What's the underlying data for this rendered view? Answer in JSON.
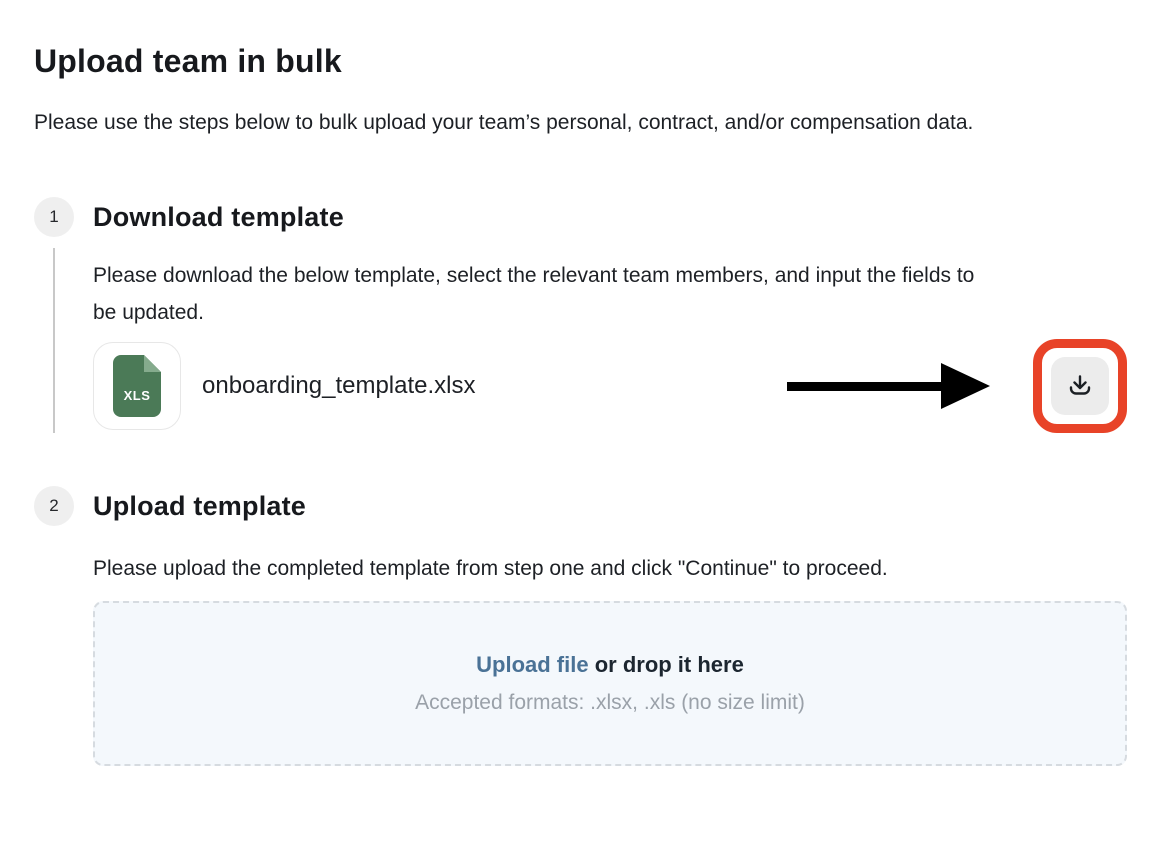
{
  "page": {
    "title": "Upload team in bulk",
    "subtitle": "Please use the steps below to bulk upload your team’s personal, contract, and/or compensation data."
  },
  "steps": [
    {
      "number": "1",
      "title": "Download template",
      "description": "Please download the below template, select the relevant team members, and input the fields to be updated."
    },
    {
      "number": "2",
      "title": "Upload template",
      "description": "Please upload the completed template from step one and click \"Continue\" to proceed."
    }
  ],
  "template_file": {
    "icon_label": "XLS",
    "filename": "onboarding_template.xlsx"
  },
  "dropzone": {
    "upload_link": "Upload file",
    "drop_text": " or drop it here",
    "formats": "Accepted formats: .xlsx, .xls (no size limit)"
  },
  "icons": {
    "xls_file": "xls-file-icon",
    "download": "download-icon",
    "annotation_arrow": "right-arrow-icon"
  },
  "colors": {
    "accent_blue": "#4a7296",
    "annotation_red": "#e84328",
    "xls_green": "#4b7a57",
    "xls_green_fold": "#85ab8d",
    "dropzone_bg": "#f4f8fc",
    "muted_text": "#9aa1a9",
    "step_circle_bg": "#efefef"
  }
}
